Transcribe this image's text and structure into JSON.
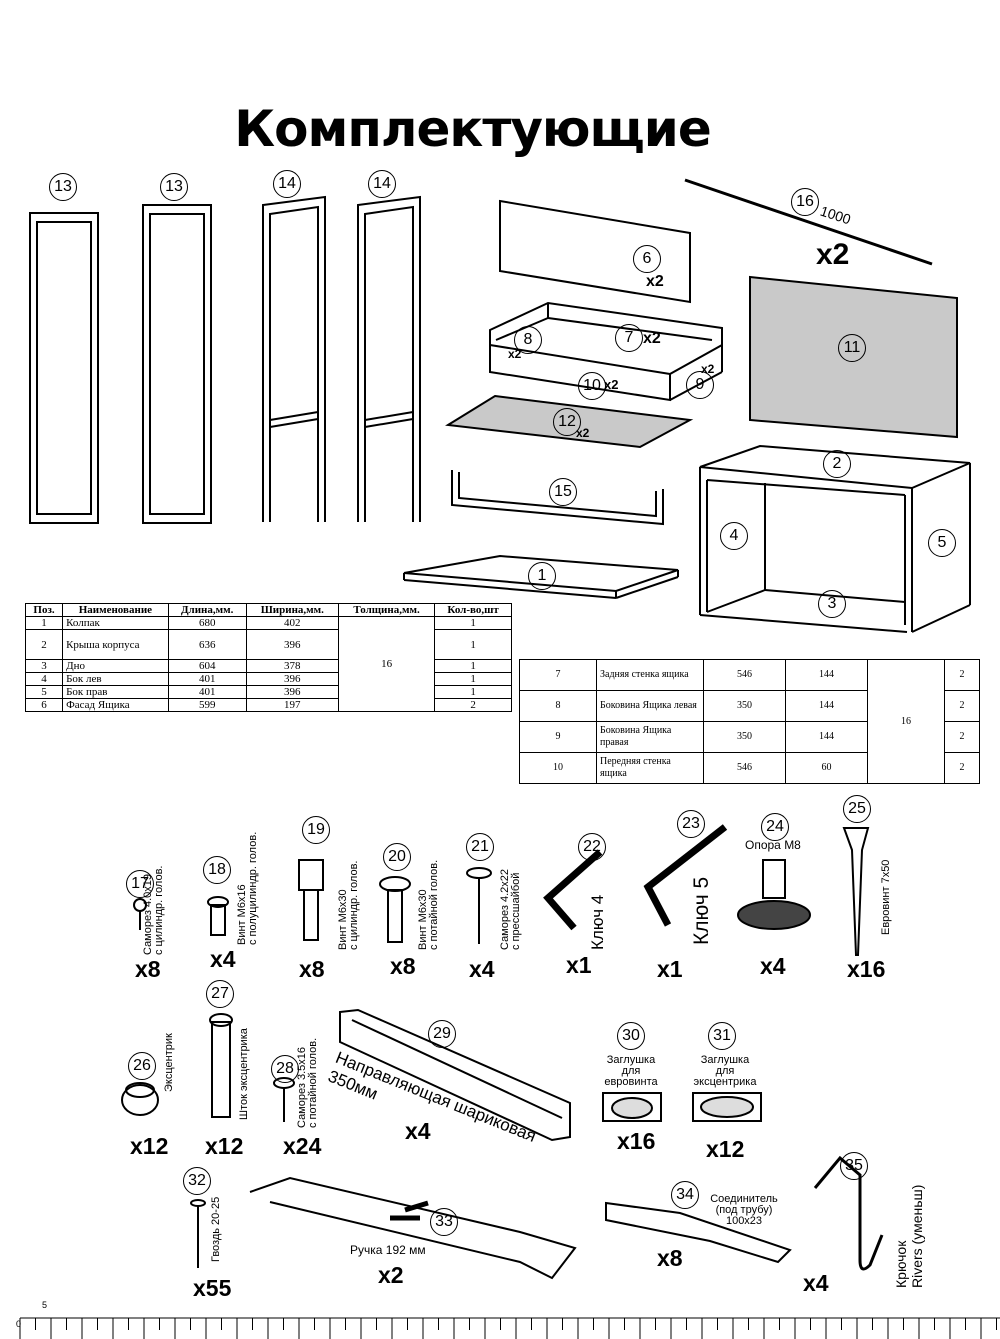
{
  "title": "Комплектующие",
  "panels": {
    "n13": "13",
    "n14": "14",
    "n16": "16",
    "rod_length": "1000",
    "rod_qty": "x2",
    "n6": "6",
    "q6": "x2",
    "n7": "7",
    "q7": "x2",
    "n8": "8",
    "q8": "x2",
    "n9": "9",
    "q9": "x2",
    "n10": "10",
    "q10": "x2",
    "n11": "11",
    "n12": "12",
    "q12": "x2",
    "n15": "15",
    "n1": "1",
    "n2": "2",
    "n3": "3",
    "n4": "4",
    "n5": "5"
  },
  "table1": {
    "headers": [
      "Поз.",
      "Наименование",
      "Длина,мм.",
      "Ширина,мм.",
      "Толщина,мм.",
      "Кол-во,шт"
    ],
    "thickness": "16",
    "rows": [
      [
        "1",
        "Колпак",
        "680",
        "402",
        "1"
      ],
      [
        "2",
        "Крыша корпуса",
        "636",
        "396",
        "1"
      ],
      [
        "3",
        "Дно",
        "604",
        "378",
        "1"
      ],
      [
        "4",
        "Бок лев",
        "401",
        "396",
        "1"
      ],
      [
        "5",
        "Бок прав",
        "401",
        "396",
        "1"
      ],
      [
        "6",
        "Фасад Ящика",
        "599",
        "197",
        "2"
      ]
    ]
  },
  "table2": {
    "thickness": "16",
    "rows": [
      [
        "7",
        "Задняя стенка ящика",
        "546",
        "144",
        "2"
      ],
      [
        "8",
        "Боковина Ящика левая",
        "350",
        "144",
        "2"
      ],
      [
        "9",
        "Боковина Ящика правая",
        "350",
        "144",
        "2"
      ],
      [
        "10",
        "Передняя стенка ящика",
        "546",
        "60",
        "2"
      ]
    ]
  },
  "hardware": [
    {
      "n": "17",
      "name": "Саморез 4.0х19\nс цилиндр. голов.",
      "qty": "x8"
    },
    {
      "n": "18",
      "name": "Винт М6х16\nс полуцилиндр. голов.",
      "qty": "x4"
    },
    {
      "n": "19",
      "name": "Винт М6х30\nс цилиндр. голов.",
      "qty": "x8"
    },
    {
      "n": "20",
      "name": "Винт М6х30\nс потайной голов.",
      "qty": "x8"
    },
    {
      "n": "21",
      "name": "Саморез 4.2х22\nс прессшайбой",
      "qty": "x4"
    },
    {
      "n": "22",
      "name": "Ключ 4",
      "qty": "x1"
    },
    {
      "n": "23",
      "name": "Ключ 5",
      "qty": "x1"
    },
    {
      "n": "24",
      "name": "Опора М8",
      "qty": "x4"
    },
    {
      "n": "25",
      "name": "Евровинт 7х50",
      "qty": "x16"
    },
    {
      "n": "26",
      "name": "Эксцентрик",
      "qty": "x12"
    },
    {
      "n": "27",
      "name": "Шток эксцентрика",
      "qty": "x12"
    },
    {
      "n": "28",
      "name": "Саморез 3.5х16\nс потайной голов.",
      "qty": "x24"
    },
    {
      "n": "29",
      "name": "Направляющая шариковая\n350мм",
      "qty": "x4"
    },
    {
      "n": "30",
      "name": "Заглушка\nдля\nевровинта",
      "qty": "x16"
    },
    {
      "n": "31",
      "name": "Заглушка\nдля\nэксцентрика",
      "qty": "x12"
    },
    {
      "n": "32",
      "name": "Гвоздь 20-25",
      "qty": "x55"
    },
    {
      "n": "33",
      "name": "Ручка 192 мм",
      "qty": "x2"
    },
    {
      "n": "34",
      "name": "Соединитель\n(под трубу)\n100х23",
      "qty": "x8"
    },
    {
      "n": "35",
      "name": "Крючок\nRivers (уменьш)",
      "qty": "x4"
    }
  ],
  "ruler": {
    "label_0": "0",
    "label_5": "5"
  }
}
